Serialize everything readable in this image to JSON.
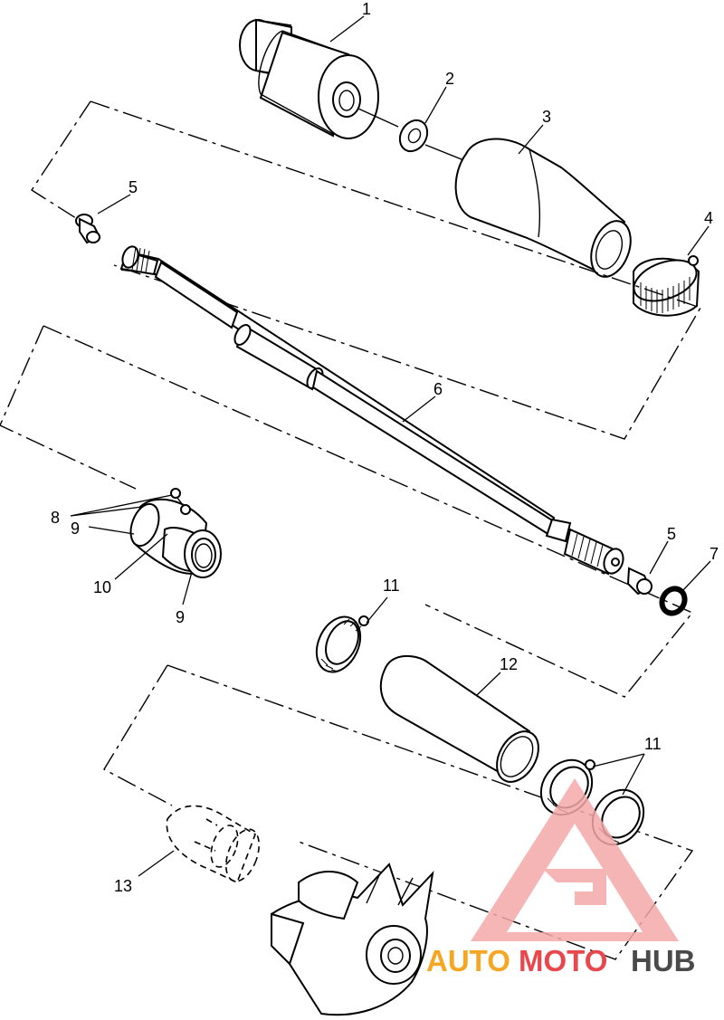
{
  "callouts": [
    {
      "id": "c1",
      "text": "1"
    },
    {
      "id": "c2",
      "text": "2"
    },
    {
      "id": "c3",
      "text": "3"
    },
    {
      "id": "c4",
      "text": "4"
    },
    {
      "id": "c5a",
      "text": "5"
    },
    {
      "id": "c6",
      "text": "6"
    },
    {
      "id": "c5b",
      "text": "5"
    },
    {
      "id": "c7",
      "text": "7"
    },
    {
      "id": "c8",
      "text": "8"
    },
    {
      "id": "c9a",
      "text": "9"
    },
    {
      "id": "c10",
      "text": "10"
    },
    {
      "id": "c9b",
      "text": "9"
    },
    {
      "id": "c11a",
      "text": "11"
    },
    {
      "id": "c12",
      "text": "12"
    },
    {
      "id": "c11b",
      "text": "11"
    },
    {
      "id": "c13",
      "text": "13"
    }
  ],
  "watermark": {
    "part1": "AUTO",
    "part2": "MOTO",
    "part3": "HUB",
    "colors": {
      "auto": "#f5a623",
      "moto": "#e8474c",
      "hub": "#4a4a4a"
    }
  }
}
